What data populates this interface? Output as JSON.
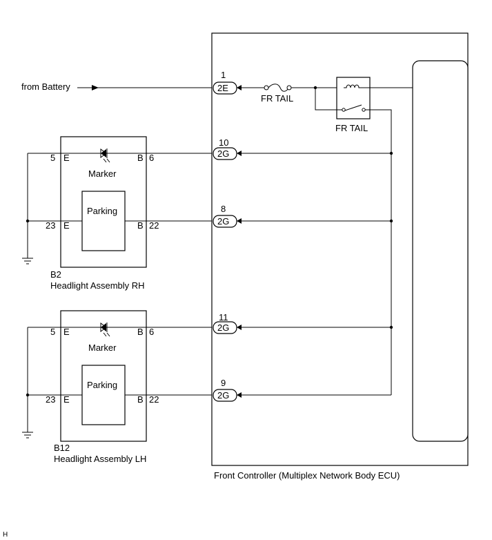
{
  "battery_label": "from Battery",
  "fuse_label": "FR TAIL",
  "relay_label": "FR TAIL",
  "ecu_label": "Front Controller (Multiplex Network Body ECU)",
  "footer_letter": "H",
  "ecu_pins": [
    {
      "num": "1",
      "conn": "2E"
    },
    {
      "num": "10",
      "conn": "2G"
    },
    {
      "num": "8",
      "conn": "2G"
    },
    {
      "num": "11",
      "conn": "2G"
    },
    {
      "num": "9",
      "conn": "2G"
    }
  ],
  "assemblies": [
    {
      "code": "B2",
      "name": "Headlight Assembly RH",
      "marker_label": "Marker",
      "parking_label": "Parking",
      "marker_left_pin": "5",
      "marker_left_term": "E",
      "marker_right_term": "B",
      "marker_right_pin": "6",
      "parking_left_pin": "23",
      "parking_left_term": "E",
      "parking_right_term": "B",
      "parking_right_pin": "22"
    },
    {
      "code": "B12",
      "name": "Headlight Assembly LH",
      "marker_label": "Marker",
      "parking_label": "Parking",
      "marker_left_pin": "5",
      "marker_left_term": "E",
      "marker_right_term": "B",
      "marker_right_pin": "6",
      "parking_left_pin": "23",
      "parking_left_term": "E",
      "parking_right_term": "B",
      "parking_right_pin": "22"
    }
  ]
}
